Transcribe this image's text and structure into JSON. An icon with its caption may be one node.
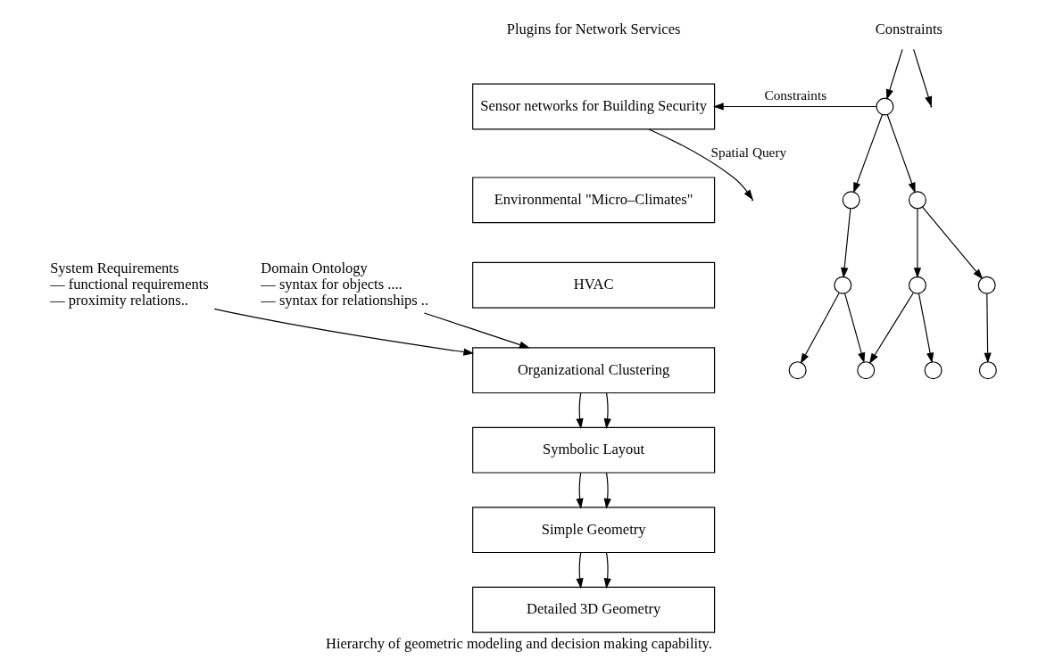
{
  "diagram": {
    "caption": "Hierarchy of geometric modeling and decision making capability.",
    "nodes": [
      {
        "text": [
          "Sensor networks for Building Security"
        ]
      },
      {
        "text": [
          "Environmental \"Micro–Climates\""
        ]
      },
      {
        "text": [
          "HVAC"
        ]
      },
      {
        "text": [
          "Organizational Clustering"
        ]
      },
      {
        "text": [
          "Symbolic Layout"
        ]
      },
      {
        "text": [
          "Simple Geometry"
        ]
      },
      {
        "text": [
          "Detailed 3D Geometry"
        ]
      },
      {
        "text": [
          "System Requirements",
          "— functional requirements",
          "— proximity relations.."
        ]
      },
      {
        "text": [
          "Domain Ontology",
          "— syntax for objects ....",
          "— syntax for relationships .."
        ]
      },
      {
        "text": [],
        "shape": "circle"
      },
      {
        "text": [],
        "shape": "circle"
      },
      {
        "text": [],
        "shape": "circle"
      },
      {
        "text": [],
        "shape": "circle"
      },
      {
        "text": [],
        "shape": "circle"
      },
      {
        "text": [],
        "shape": "circle"
      },
      {
        "text": [],
        "shape": "circle"
      },
      {
        "text": [],
        "shape": "circle"
      },
      {
        "text": [],
        "shape": "circle"
      },
      {
        "text": [],
        "shape": "circle"
      },
      {
        "text": [
          "Constraints"
        ]
      }
    ],
    "edges": [
      {
        "from": 7,
        "to": 3,
        "arrow": "to"
      },
      {
        "from": 8,
        "to": 3,
        "arrow": "to"
      },
      {
        "from": 3,
        "to": 4,
        "arrow": "to"
      },
      {
        "from": 3,
        "to": 4,
        "arrow": "to"
      },
      {
        "from": 4,
        "to": 5,
        "arrow": "to"
      },
      {
        "from": 4,
        "to": 5,
        "arrow": "to"
      },
      {
        "from": 5,
        "to": 6,
        "arrow": "to"
      },
      {
        "from": 5,
        "to": 6,
        "arrow": "to"
      },
      {
        "from": 9,
        "to": 10,
        "arrow": "to"
      },
      {
        "from": 9,
        "to": 11,
        "arrow": "to"
      },
      {
        "from": 10,
        "to": 12,
        "arrow": "to"
      },
      {
        "from": 11,
        "to": 13,
        "arrow": "to"
      },
      {
        "from": 11,
        "to": 14,
        "arrow": "to"
      },
      {
        "from": 12,
        "to": 15,
        "arrow": "to"
      },
      {
        "from": 12,
        "to": 16,
        "arrow": "to"
      },
      {
        "from": 13,
        "to": 16,
        "arrow": "to"
      },
      {
        "from": 13,
        "to": 17,
        "arrow": "to"
      },
      {
        "from": 14,
        "to": 18,
        "arrow": "to"
      },
      {
        "from": 9,
        "to": 0,
        "arrow": "to",
        "label": "Constraints"
      },
      {
        "from": 0,
        "to": null,
        "arrow": "to",
        "label": "Spatial Query"
      },
      {
        "from": 19,
        "to": 9,
        "arrow": "to"
      },
      {
        "from": 19,
        "to": null,
        "arrow": "to"
      }
    ],
    "labels": [
      "Plugins for Network Services"
    ]
  }
}
